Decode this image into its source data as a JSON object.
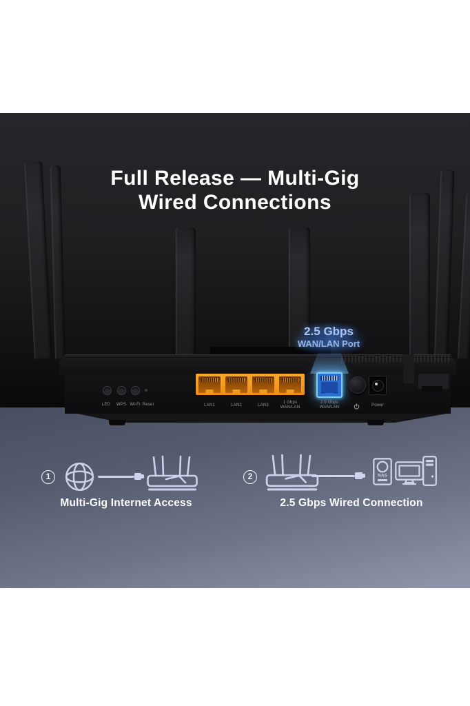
{
  "hero": {
    "title_line1": "Full Release — Multi-Gig",
    "title_line2": "Wired Connections",
    "callout": {
      "line1": "2.5 Gbps",
      "line2": "WAN/LAN Port",
      "text_color": "#abc6f2"
    },
    "panel": {
      "led": "LED",
      "wps": "WPS",
      "wifi": "Wi-Fi",
      "reset": "Reset",
      "lan1": "LAN1",
      "lan2": "LAN2",
      "lan3": "LAN3",
      "wan_1g_line1": "1 Gbps",
      "wan_1g_line2": "WAN/LAN",
      "wan_25g_line1": "2.5 Gbps",
      "wan_25g_line2": "WAN/LAN",
      "power": "Power"
    },
    "colors": {
      "lan_block": "#f29c1e",
      "wan_port_face": "#2a6fd0",
      "wan_port_glow": "#7cd0f4",
      "hero_bg": "#1e1e21"
    }
  },
  "diagrams": {
    "item1": {
      "number": "1",
      "label": "Multi-Gig Internet Access"
    },
    "item2": {
      "number": "2",
      "label": "2.5 Gbps Wired Connection",
      "nas_label": "NAS"
    },
    "icon_color": "#cbd3ec",
    "label_color": "#ffffff",
    "bg_top": "#494f63",
    "bg_bottom": "#8c93a9"
  }
}
